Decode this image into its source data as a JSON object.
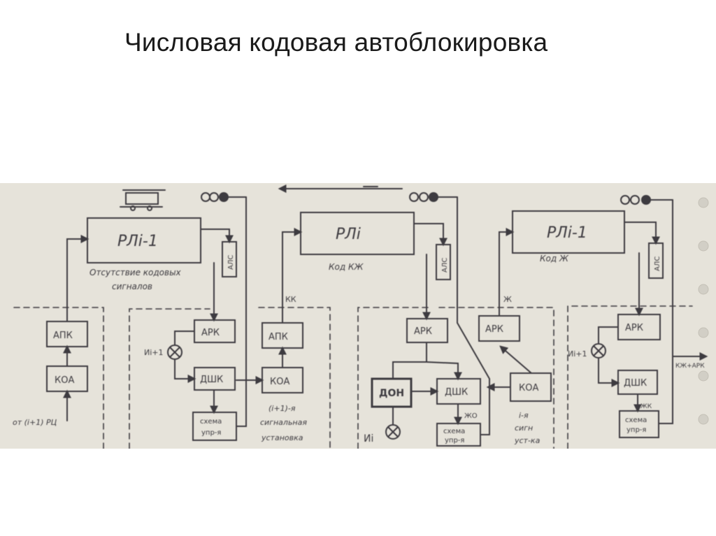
{
  "title": "Числовая кодовая автоблокировка",
  "diagram": {
    "blocks": [
      {
        "id": "rl_left",
        "label": "РЛi-1"
      },
      {
        "id": "rl_mid",
        "label": "РЛi"
      },
      {
        "id": "rl_right",
        "label": "РЛi-1"
      },
      {
        "id": "als1",
        "label": "АЛС"
      },
      {
        "id": "als2",
        "label": "АЛС"
      },
      {
        "id": "als3",
        "label": "АЛС"
      },
      {
        "id": "apk1",
        "label": "АПК"
      },
      {
        "id": "koa1",
        "label": "КОА"
      },
      {
        "id": "ark1",
        "label": "АРК"
      },
      {
        "id": "dshk1",
        "label": "ДШК"
      },
      {
        "id": "sx1_a",
        "label": "схема"
      },
      {
        "id": "sx1_b",
        "label": "упр-я"
      },
      {
        "id": "apk2",
        "label": "АПК"
      },
      {
        "id": "koa2",
        "label": "КОА"
      },
      {
        "id": "ark2",
        "label": "АРК"
      },
      {
        "id": "bdn",
        "label": "ДОН"
      },
      {
        "id": "dshk2",
        "label": "ДШК"
      },
      {
        "id": "sx2_a",
        "label": "схема"
      },
      {
        "id": "sx2_b",
        "label": "упр-я"
      },
      {
        "id": "ark3",
        "label": "АРК"
      },
      {
        "id": "koa3",
        "label": "КОА"
      },
      {
        "id": "ark4",
        "label": "АРК"
      },
      {
        "id": "dshk3",
        "label": "ДШК"
      },
      {
        "id": "sx3_a",
        "label": "схема"
      },
      {
        "id": "sx3_b",
        "label": "упр-я"
      }
    ],
    "notes": {
      "absence_1": "Отсутствие кодовых",
      "absence_2": "сигналов",
      "kod_kzh": "Код КЖ",
      "kod_zh": "Код Ж",
      "kk": "КК",
      "zh": "Ж",
      "zhd": "ЖО",
      "zhk": "ЖК",
      "ui1": "Иi+1",
      "ui2": "Иi",
      "ui3": "Иi+1",
      "sig1_1": "(i+1)-я",
      "sig1_2": "сигнальная",
      "sig1_3": "установка",
      "sig2_1": "i-я",
      "sig2_2": "сигн",
      "sig2_3": "уст-ка",
      "from": "от (i+1) РЦ",
      "right_out": "КЖ+АРК"
    }
  }
}
